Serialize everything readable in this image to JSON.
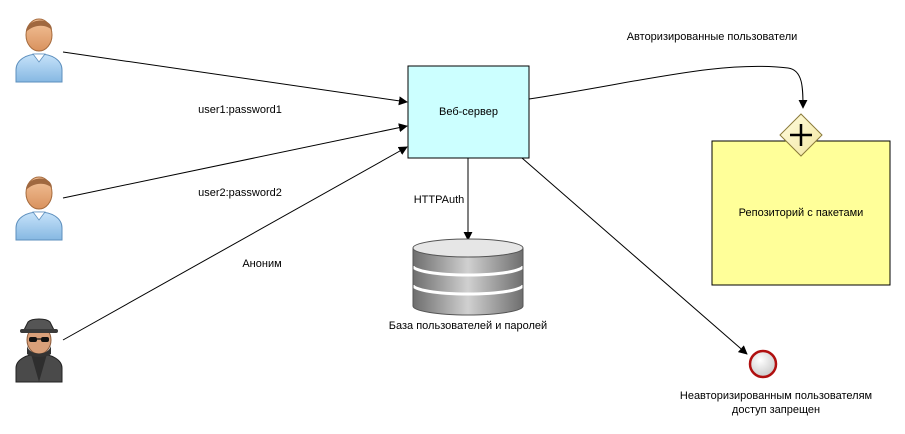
{
  "nodes": {
    "web_server": "Веб-сервер",
    "repository": "Репозиторий с пакетами",
    "database": "База пользователей и паролей",
    "denied_line1": "Неавторизированным пользователям",
    "denied_line2": "доступ запрещен"
  },
  "edges": {
    "user1": "user1:password1",
    "user2": "user2:password2",
    "anon": "Аноним",
    "http_auth": "HTTPAuth",
    "authorized": "Авторизированные пользователи"
  },
  "colors": {
    "web_server_fill": "#ccffff",
    "repository_fill": "#ffff99",
    "skin": "#e8a978",
    "hair": "#a0683f",
    "shirt": "#a9d0f0"
  },
  "icons": [
    "user-icon",
    "user-icon",
    "anonymous-user-icon",
    "database-icon",
    "parallel-gateway-icon",
    "end-event-icon"
  ]
}
